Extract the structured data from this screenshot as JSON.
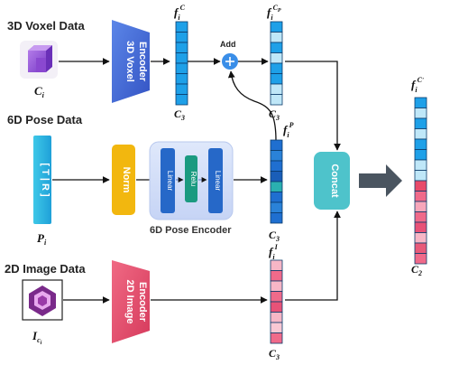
{
  "inputs": {
    "voxel_title": "3D Voxel Data",
    "pose_title": "6D Pose Data",
    "image_title": "2D Image Data",
    "pose_bar_text": "[ T | R ]"
  },
  "encoders": {
    "voxel_encoder_label_1": "3D Voxel",
    "voxel_encoder_label_2": "Encoder",
    "image_encoder_label_1": "2D Image",
    "image_encoder_label_2": "Encoder",
    "norm_label": "Norm",
    "linear_label": "Linear",
    "relu_label": "Relu",
    "pose_encoder_title": "6D Pose Encoder"
  },
  "ops": {
    "add_label": "Add",
    "concat_label": "Concat"
  },
  "symbols": {
    "c_i": "C",
    "c_i_sub": "i",
    "p_i": "P",
    "p_i_sub": "i",
    "i_ci": "I",
    "i_ci_sub": "c",
    "i_ci_subsub": "i",
    "f": "f",
    "f_sub": "i",
    "sup_c": "C",
    "sup_cp": "C",
    "sup_cp_p": "P",
    "sup_p": "P",
    "sup_i": "I",
    "sup_cprime": "C",
    "c3": "C",
    "c3_sub": "3",
    "c2": "C",
    "c2_sub": "2"
  },
  "colors": {
    "voxel_blue": "#4a6fd8",
    "feature_blue": "#1ea0e8",
    "feature_light": "#bfe7f8",
    "pose_blue": "#1f6fd0",
    "image_red": "#e84a6a",
    "feature_pink": "#f06a8a",
    "concat_teal": "#4ec3cb",
    "norm_yellow": "#f2b70f",
    "arrow_gray": "#4a5560"
  }
}
